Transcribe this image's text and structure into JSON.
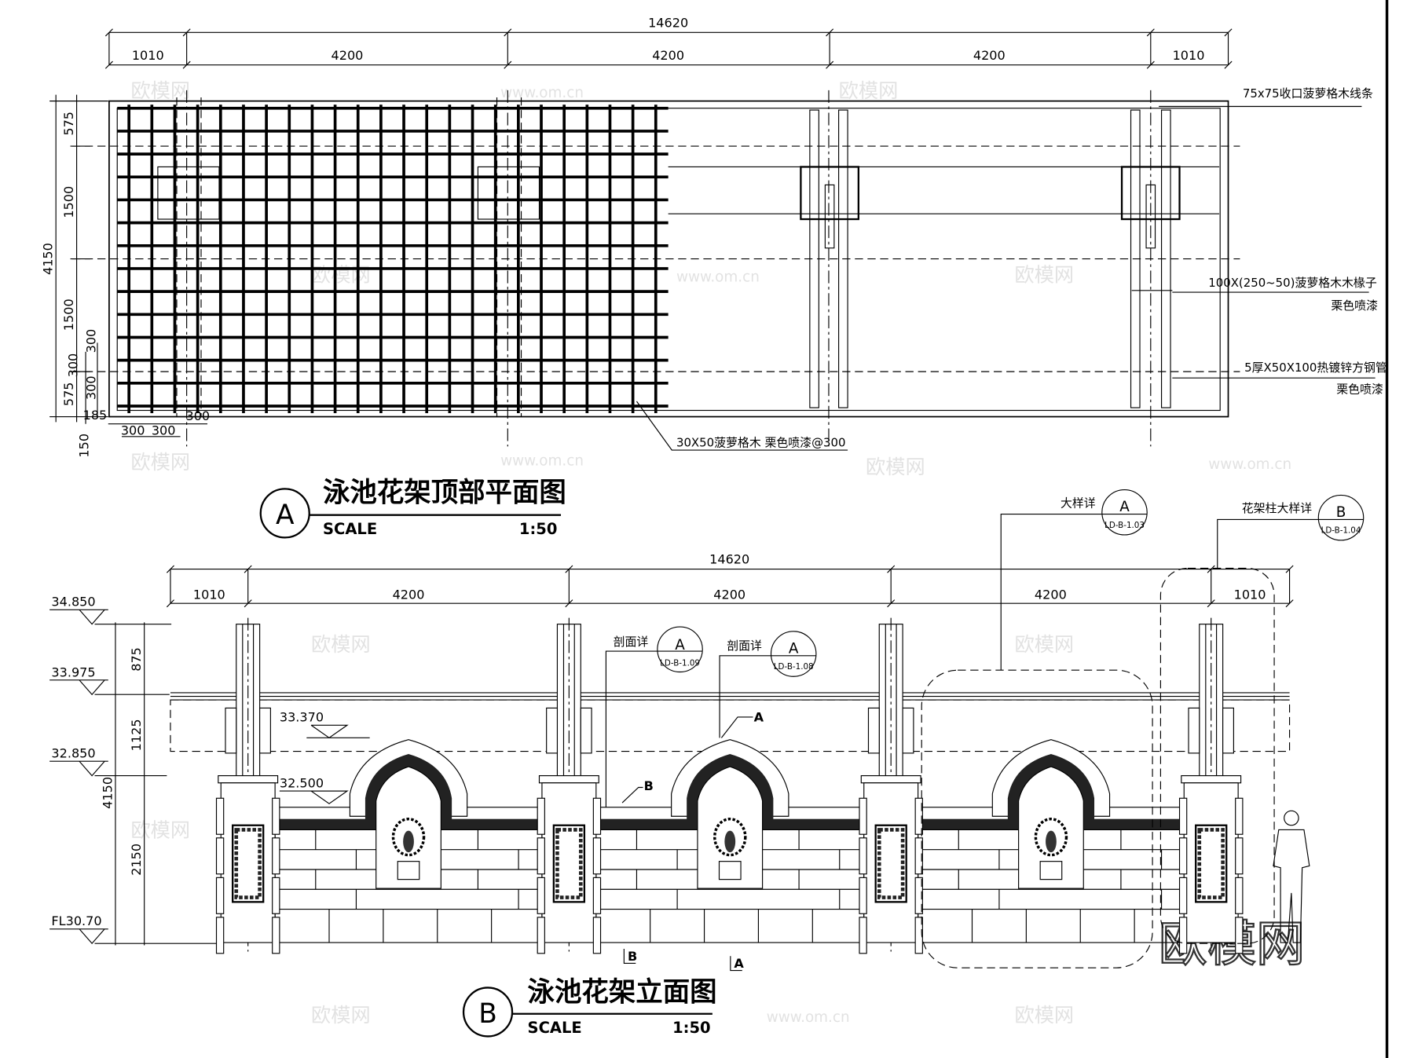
{
  "plan": {
    "title": "泳池花架顶部平面图",
    "marker": "A",
    "scale_label": "SCALE",
    "scale_value": "1:50",
    "dims_top_total": "14620",
    "dims_top": [
      "1010",
      "4200",
      "4200",
      "4200",
      "1010"
    ],
    "dims_left_total": "4150",
    "dims_left": [
      "575",
      "1500",
      "1500",
      "575"
    ],
    "dims_detail": [
      "300",
      "300",
      "300",
      "185",
      "150",
      "300",
      "300",
      "300"
    ],
    "notes": [
      {
        "text": "75x75收口菠萝格木线条",
        "sub": ""
      },
      {
        "text": "100X(250~50)菠萝格木木椽子",
        "sub": "栗色喷漆"
      },
      {
        "text": "5厚X50X100热镀锌方钢管",
        "sub": "栗色喷漆"
      },
      {
        "text": "30X50菠萝格木  栗色喷漆@300",
        "sub": ""
      }
    ]
  },
  "elevation": {
    "title": "泳池花架立面图",
    "marker": "B",
    "scale_label": "SCALE",
    "scale_value": "1:50",
    "dims_top_total": "14620",
    "dims_top": [
      "1010",
      "4200",
      "4200",
      "4200",
      "1010"
    ],
    "dims_left_total": "4150",
    "dims_left": [
      "875",
      "1125",
      "2150"
    ],
    "levels": [
      "34.850",
      "33.975",
      "32.850",
      "FL30.70"
    ],
    "inner_levels": [
      "33.370",
      "32.500"
    ],
    "section_labels": [
      "A",
      "B"
    ],
    "section_markers": [
      "B",
      "A"
    ],
    "callouts": [
      {
        "label": "剖面详",
        "letter": "A",
        "ref": "LD-B-1.09"
      },
      {
        "label": "剖面详",
        "letter": "A",
        "ref": "LD-B-1.08"
      },
      {
        "label": "大样详",
        "letter": "A",
        "ref": "LD-B-1.03"
      },
      {
        "label": "花架柱大样详",
        "letter": "B",
        "ref": "LD-B-1.04"
      }
    ]
  },
  "watermark": {
    "logo": "欧模网",
    "url": "www.om.cn"
  }
}
